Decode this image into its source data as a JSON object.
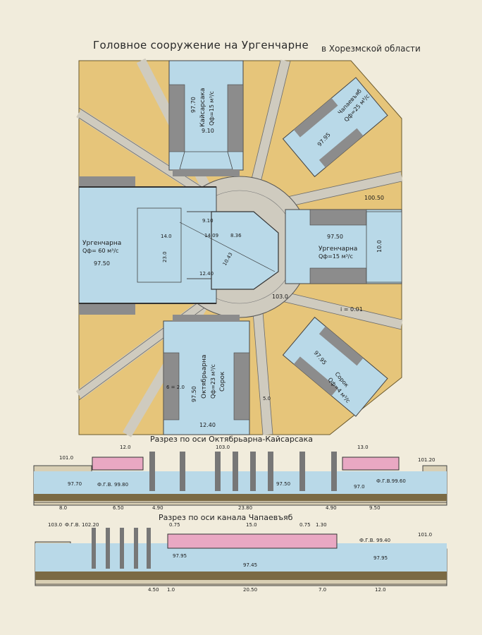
{
  "title": "Головное сооружение на  Ургенчарне",
  "subtitle": "в Хорезмской области",
  "plan": {
    "canals": {
      "urgencharna_left": {
        "name": "Ургенчарна",
        "flow": "Qф= 60 м³/с",
        "level": "97.50"
      },
      "kaysarsaka": {
        "name": "Кайсарсака",
        "flow": "Qф=15 м³/с",
        "level": "97.70",
        "width": "9.10"
      },
      "chapaev": {
        "name": "Чапаевъяб",
        "flow": "Qф=25 м³/с",
        "level": "97.95"
      },
      "urgencharna_right": {
        "name": "Ургенчарна",
        "flow": "Qф=15 м³/с",
        "level": "97.50",
        "width": "10.0"
      },
      "sorok": {
        "name": "Сорок",
        "flow": "Qф=4 м³/с",
        "level": "97.95"
      },
      "oktyabrarna": {
        "name": "Октябрьарна",
        "flow": "Qф=23 м³/с",
        "level": "97.50",
        "name2": "Сорок",
        "width": "12.40"
      }
    },
    "dims": {
      "d910": "9.10",
      "d140": "14.0",
      "d1409": "14.09",
      "d836": "8.36",
      "d230": "23.0",
      "d1240": "12.40",
      "d1043": "10.43",
      "d10050": "100.50",
      "d1030": "103.0",
      "slope": "i = 0.01",
      "d50": "5.0",
      "d20": "6 = 2.0"
    }
  },
  "section1": {
    "title": "Разрез по оси  Октябрьарна-Кайсарсака",
    "labels": {
      "a": "12.0",
      "b": "103.0",
      "c": "13.0",
      "d": "101.0",
      "e": "97.70",
      "f": "Ф.Г.В. 99.80",
      "g": "97.50",
      "h": "97.0",
      "i": "Ф.Г.В.99.60",
      "j": "101.20"
    },
    "bottom": [
      "8.0",
      "6.50",
      "4.90",
      "23.80",
      "4.90",
      "9.50"
    ]
  },
  "section2": {
    "title": "Разрез по оси канала  Чапаевъяб",
    "labels": {
      "a": "103.0",
      "b": "Ф.Г.В. 102.20",
      "c": "0.75",
      "d": "15.0",
      "e": "0.75",
      "f": "1.30",
      "g": "Ф.Г.В. 99.40",
      "h": "101.0",
      "i": "97.95",
      "j": "97.45",
      "k": "97.95"
    },
    "bottom": [
      "4.50",
      "1.0",
      "20.50",
      "7.0",
      "12.0"
    ]
  },
  "colors": {
    "paper": "#f1ecdc",
    "ground": "#e6c57a",
    "water": "#b9d9e8",
    "road": "#cfcbbf",
    "pink": "#e9a8c3",
    "dark": "#3a3a3a"
  }
}
